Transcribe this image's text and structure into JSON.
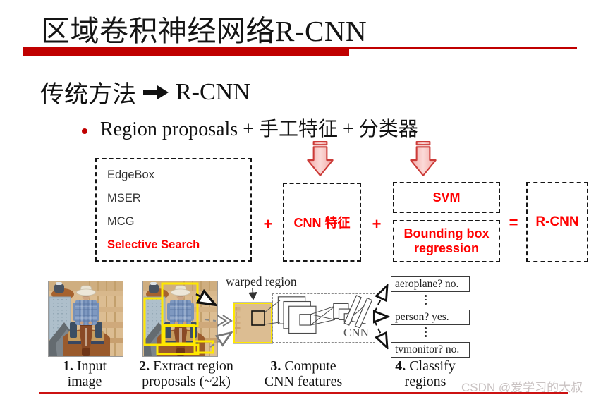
{
  "slide": {
    "title": "区域卷积神经网络R-CNN",
    "subtitle_prefix": "传统方法",
    "subtitle_suffix": "R-CNN",
    "bullet_text": "Region proposals + 手工特征 + 分类器"
  },
  "diagram": {
    "proposal_methods": [
      {
        "label": "EdgeBox"
      },
      {
        "label": "MSER"
      },
      {
        "label": "MCG"
      },
      {
        "label": "Selective Search"
      }
    ],
    "plus1": "+",
    "cnn_feature_label": "CNN 特征",
    "plus2": "+",
    "svm_label": "SVM",
    "bbox_line1": "Bounding box",
    "bbox_line2": "regression",
    "equals": "=",
    "result_label": "R-CNN"
  },
  "figure": {
    "warped_region_label": "warped region",
    "cnn_label": "CNN",
    "class_outputs": [
      "aeroplane? no.",
      "person? yes.",
      "tvmonitor? no."
    ],
    "steps": [
      {
        "num": "1.",
        "line1": "Input",
        "line2": "image"
      },
      {
        "num": "2.",
        "line1": "Extract region",
        "line2": "proposals (~2k)"
      },
      {
        "num": "3.",
        "line1": "Compute",
        "line2": "CNN features"
      },
      {
        "num": "4.",
        "line1": "Classify",
        "line2": "regions"
      }
    ]
  },
  "watermark": "CSDN @爱学习的大叔",
  "colors": {
    "accent_red": "#c00000",
    "bright_red": "#ff0000",
    "box_yellow": "#ffe800",
    "watermark_gray": "#c9c2c2"
  }
}
